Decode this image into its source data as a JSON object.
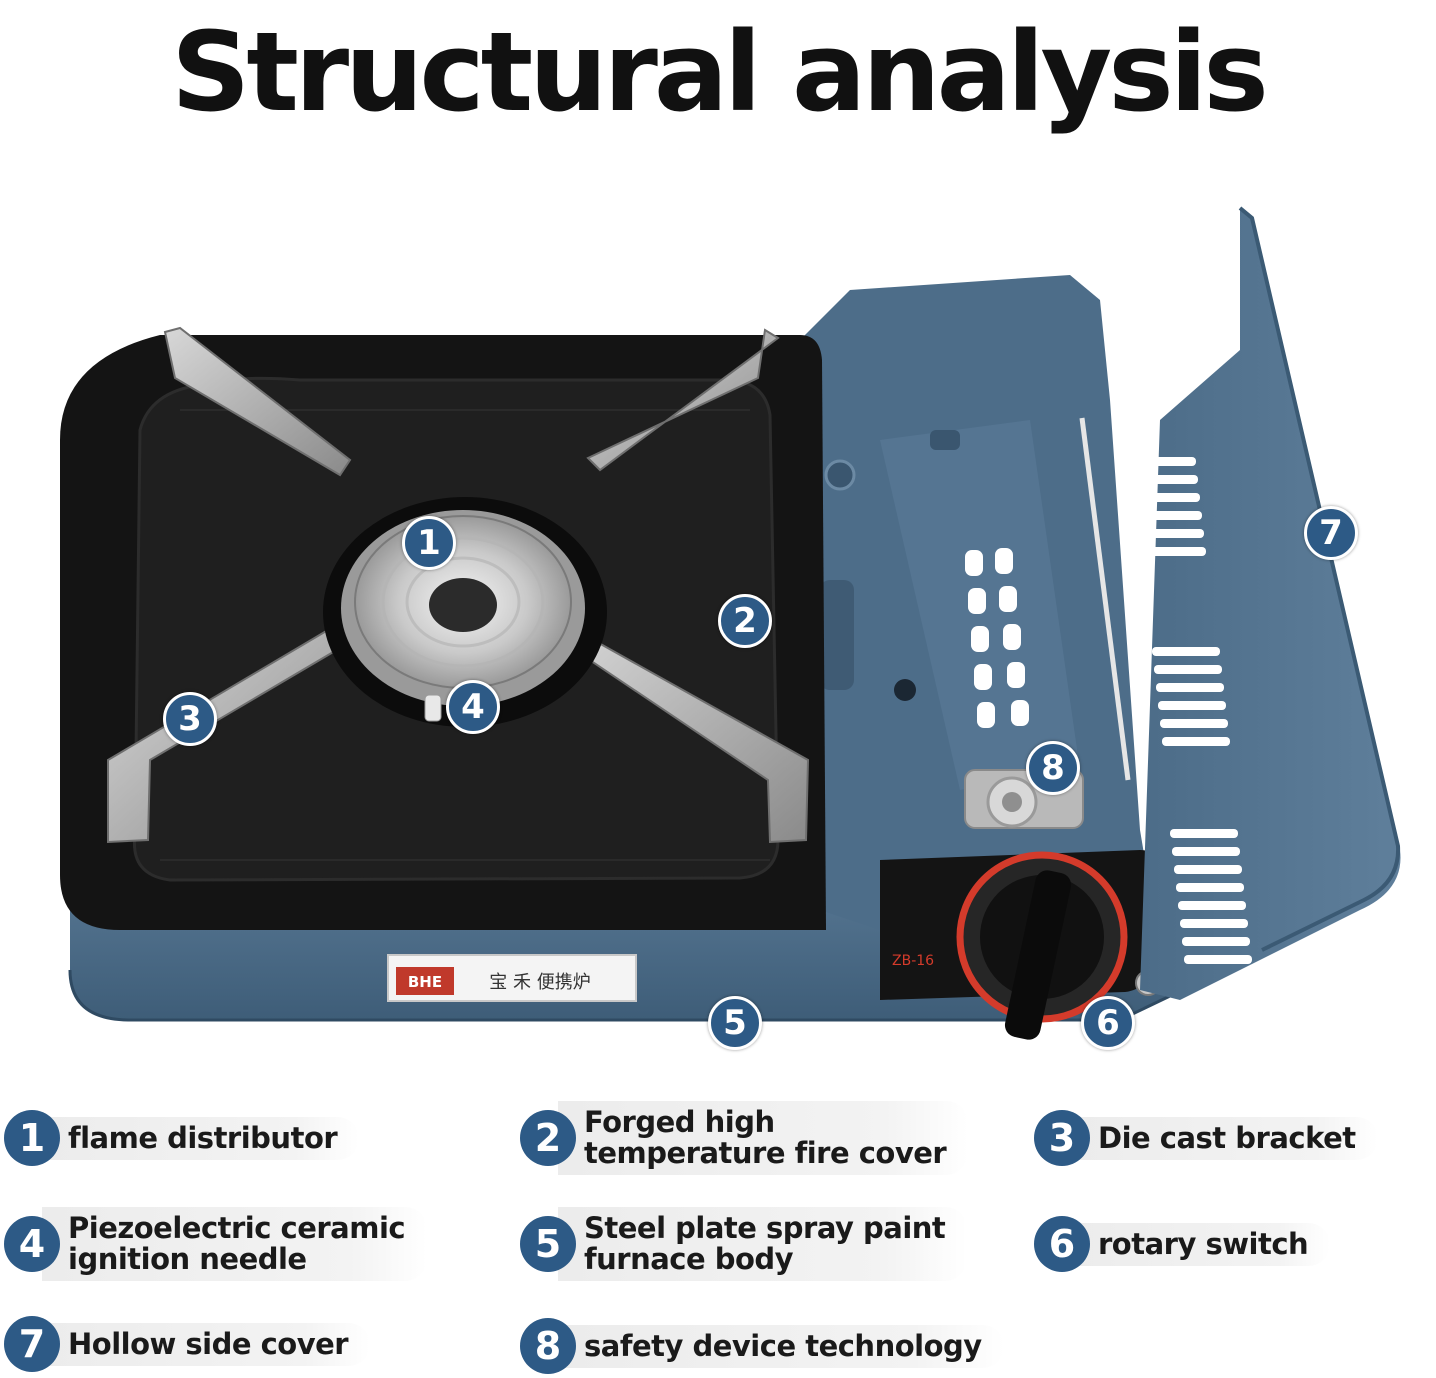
{
  "title": "Structural analysis",
  "markers": [
    "1",
    "2",
    "3",
    "4",
    "5",
    "6",
    "7",
    "8"
  ],
  "product_label": {
    "badge": "BHE",
    "text": "宝 禾 便携炉"
  },
  "dial_model": "ZB-16",
  "legend": [
    {
      "num": "1",
      "label": "flame distributor"
    },
    {
      "num": "2",
      "label": "Forged high\ntemperature fire cover"
    },
    {
      "num": "3",
      "label": "Die cast bracket"
    },
    {
      "num": "4",
      "label": "Piezoelectric ceramic\nignition needle"
    },
    {
      "num": "5",
      "label": "Steel plate spray paint\nfurnace body"
    },
    {
      "num": "6",
      "label": "rotary switch"
    },
    {
      "num": "7",
      "label": "Hollow side cover"
    },
    {
      "num": "8",
      "label": "safety device technology"
    }
  ],
  "colors": {
    "marker": "#2d5a86",
    "stove_body": "#4a6a86",
    "cooktop": "#141414"
  }
}
